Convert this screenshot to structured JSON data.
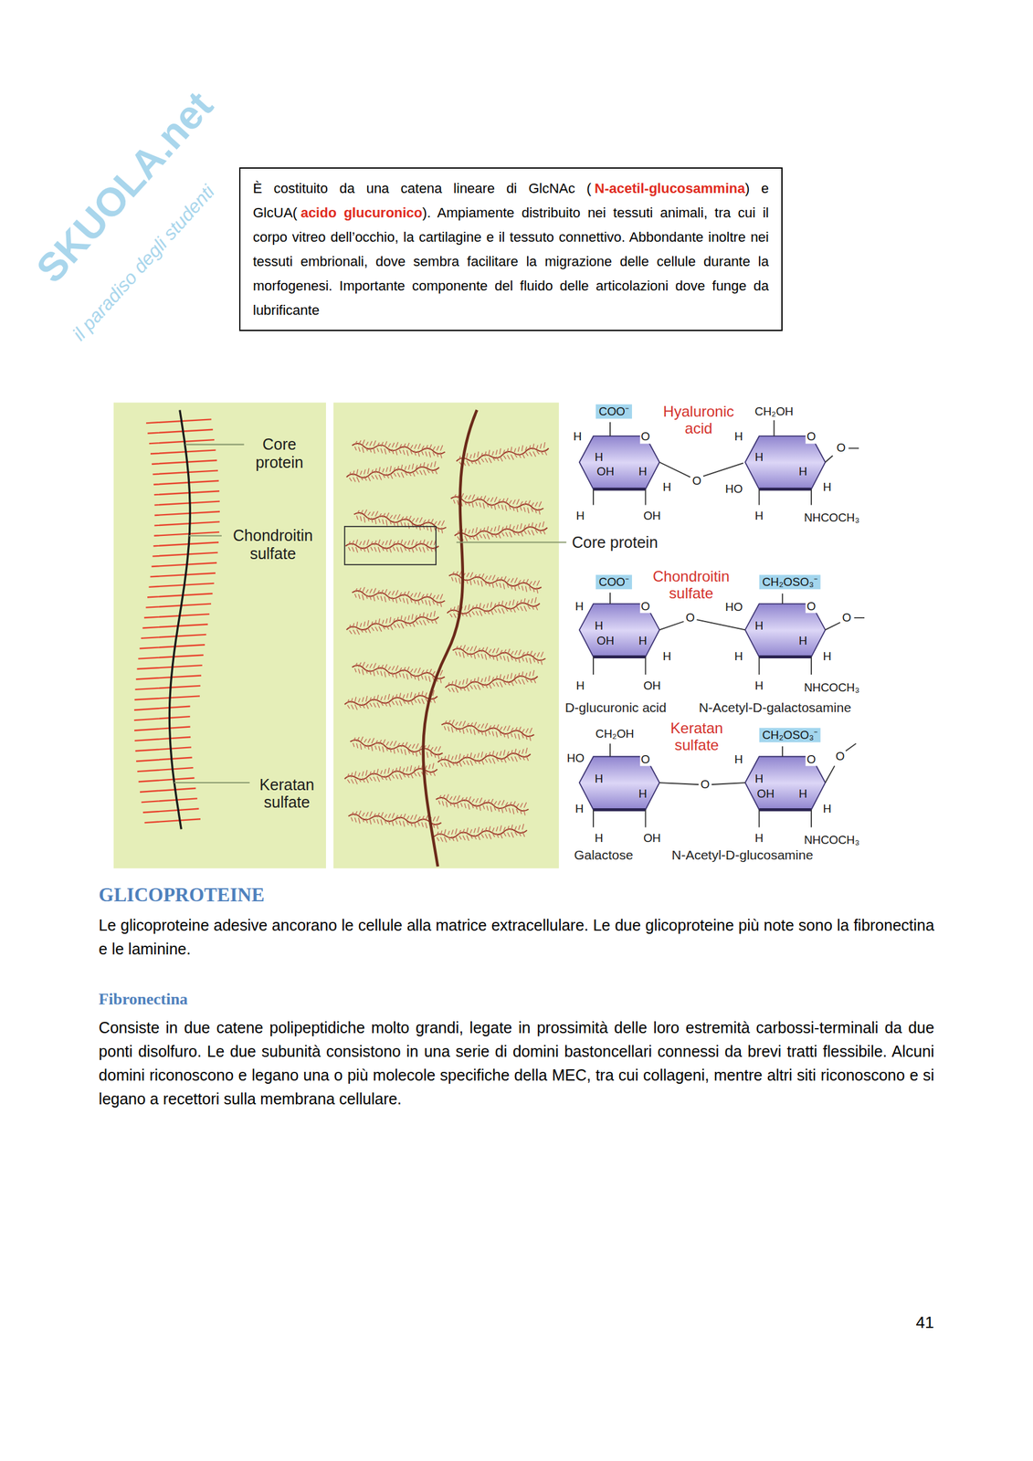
{
  "diagram": {
    "nodes": [
      {
        "text": [
          "È costituito da una catena lineare di GlcNAc (",
          "N-acetil-glucosammina",
          ") e GlcUA(",
          "acido glucuronico",
          "). Ampiamente distribuito nei tessuti animali, tra cui il corpo vitreo dell’occhio, la cartilagine e il tessuto connettivo. Abbondante inoltre nei tessuti embrionali, dove sembra facilitare la migrazione delle cellule durante la morfogenesi. Importante componente del fluido delle articolazioni dove funge da lubrificante"
        ]
      },
      {
        "text": [
          "COO⁻"
        ]
      },
      {
        "text": [
          "COO⁻"
        ]
      },
      {
        "text": [
          "CH₂OSO₃⁻"
        ]
      },
      {
        "text": [
          "CH₂OSO₃⁻"
        ]
      }
    ],
    "labels": [
      "Core protein",
      "Chondroitin sulfate",
      "Keratan sulfate",
      "Core protein",
      "Hyaluronic acid",
      "CH₂OH",
      "H",
      "O",
      "H",
      "O",
      "O",
      "H",
      "OH",
      "H",
      "H",
      "H",
      "O",
      "H",
      "HO",
      "H",
      "H",
      "OH",
      "H",
      "NHCOCH₃",
      "Chondroitin sulfate",
      "H",
      "O",
      "O",
      "HO",
      "O",
      "O",
      "H",
      "OH",
      "H",
      "H",
      "H",
      "H",
      "H",
      "H",
      "H",
      "OH",
      "H",
      "NHCOCH₃",
      "D-glucuronic acid",
      "N-Acetyl-D-galactosamine",
      "CH₂OH",
      "Keratan sulfate",
      "HO",
      "O",
      "H",
      "O",
      "O",
      "H",
      "H",
      "H",
      "OH",
      "H",
      "O",
      "H",
      "H",
      "H",
      "OH",
      "H",
      "NHCOCH₃",
      "Galactose",
      "N-Acetyl-D-glucosamine",
      "GLICOPROTEINE",
      "Le glicoproteine adesive ancorano le cellule alla matrice extracellulare. Le due glicoproteine più note sono la fibronectina e le laminine.",
      "Fibronectina",
      "Consiste in due catene polipeptidiche molto grandi, legate in prossimità delle loro estremità carbossi-terminali da due ponti disolfuro. Le due subunità consistono in una serie di domini bastoncellari connessi da brevi tratti flessibile. Alcuni domini riconoscono e legano una o più molecole specifiche della MEC, tra cui collageni, mentre altri siti riconoscono e si legano a recettori sulla membrana cellulare.",
      "41",
      "SKUOLA.net",
      "il paradiso degli studenti"
    ]
  }
}
